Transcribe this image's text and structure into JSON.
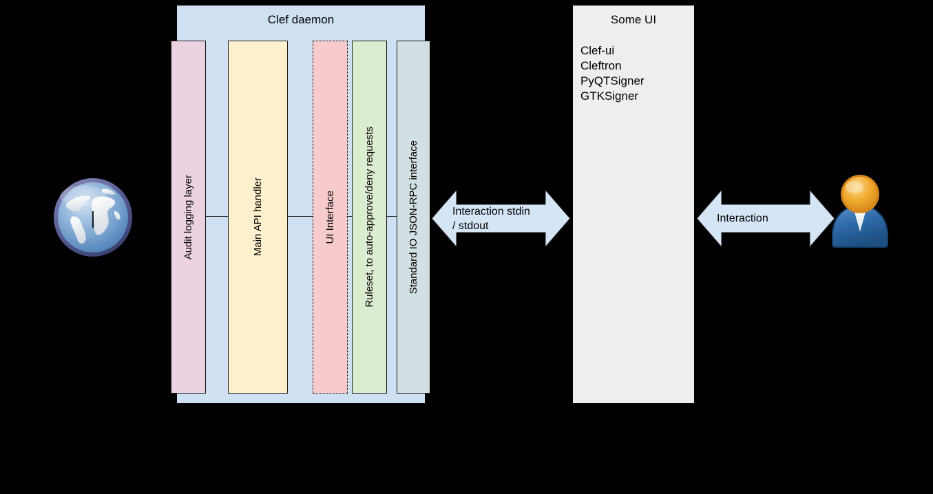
{
  "diagram": {
    "daemon": {
      "title": "Clef daemon",
      "bg_color": "#cfe0f3",
      "columns": [
        {
          "label": "Audit logging layer",
          "color": "#ecd2e0",
          "border": "solid",
          "name": "audit-logging-layer"
        },
        {
          "label": "Main API handler",
          "color": "#fdf0cd",
          "border": "solid",
          "name": "main-api-handler"
        },
        {
          "label": "UI Interface",
          "color": "#f7cbcb",
          "border": "dashed",
          "name": "ui-interface"
        },
        {
          "label": "Ruleset, to auto-approve/deny requests",
          "color": "#dcecd0",
          "border": "solid",
          "name": "ruleset"
        },
        {
          "label": "Standard IO JSON-RPC interface",
          "color": "#d2dfe3",
          "border": "solid",
          "name": "standard-io-jsonrpc-interface"
        }
      ]
    },
    "some_ui": {
      "title": "Some UI",
      "bg_color": "#eeeeee",
      "items": [
        "Clef-ui",
        "Cleftron",
        "PyQTSigner",
        "GTKSigner"
      ]
    },
    "arrows": [
      {
        "label": "Interaction stdin\n/ stdout",
        "color": "#d6e5f5",
        "name": "arrow-stdin-stdout"
      },
      {
        "label": "Interaction",
        "color": "#d6e5f5",
        "name": "arrow-interaction"
      }
    ],
    "actors": [
      {
        "name": "globe-icon",
        "semantic": "internet-globe"
      },
      {
        "name": "user-icon",
        "semantic": "end-user-person"
      }
    ]
  }
}
